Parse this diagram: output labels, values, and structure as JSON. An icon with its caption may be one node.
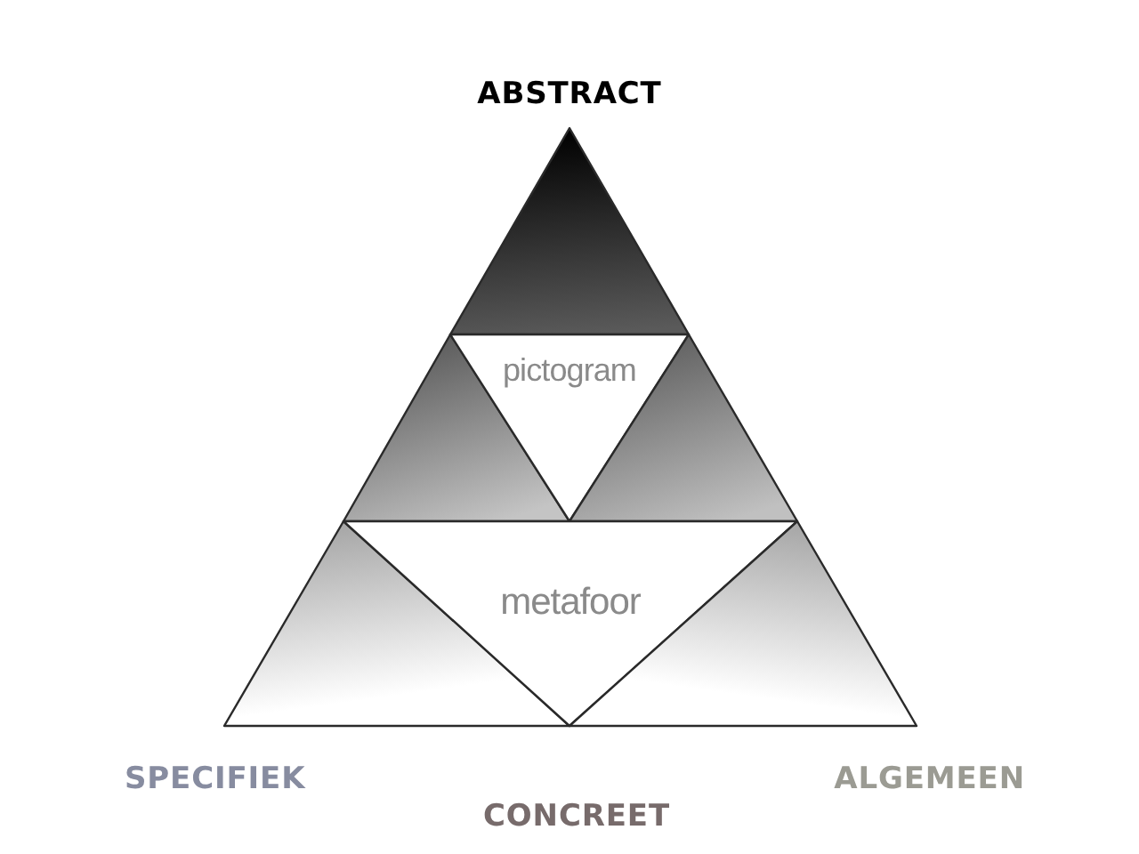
{
  "diagram": {
    "nodes": [
      {
        "text": [],
        "shape": "triangle"
      },
      {
        "text": [],
        "shape": "triangle"
      },
      {
        "text": [
          "pictogram"
        ]
      },
      {
        "text": [],
        "shape": "triangle"
      },
      {
        "text": [],
        "shape": "triangle"
      },
      {
        "text": [
          "metafoor"
        ]
      },
      {
        "text": [],
        "shape": "triangle"
      }
    ],
    "labels": [
      "ABSTRACT",
      "SPECIFIEK",
      "CONCREET",
      "ALGEMEEN"
    ]
  }
}
